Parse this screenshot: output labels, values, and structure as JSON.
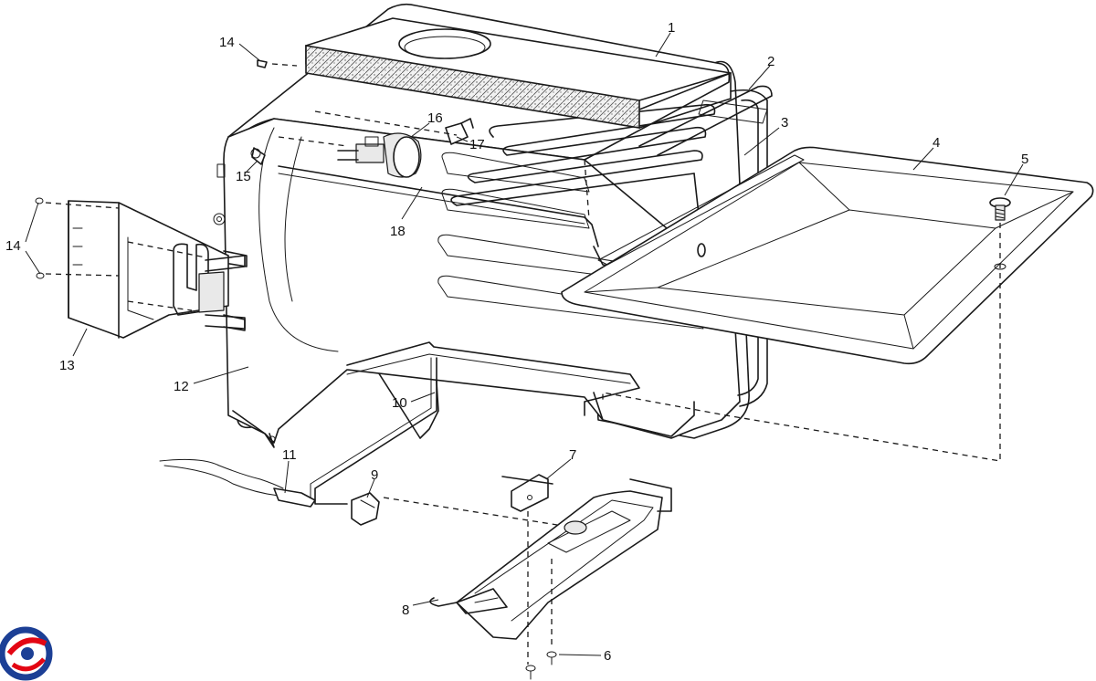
{
  "diagram": {
    "callouts": [
      {
        "id": "c1",
        "label": "1"
      },
      {
        "id": "c2",
        "label": "2"
      },
      {
        "id": "c3",
        "label": "3"
      },
      {
        "id": "c4",
        "label": "4"
      },
      {
        "id": "c5",
        "label": "5"
      },
      {
        "id": "c6",
        "label": "6"
      },
      {
        "id": "c7",
        "label": "7"
      },
      {
        "id": "c8",
        "label": "8"
      },
      {
        "id": "c9",
        "label": "9"
      },
      {
        "id": "c10",
        "label": "10"
      },
      {
        "id": "c11",
        "label": "11"
      },
      {
        "id": "c12",
        "label": "12"
      },
      {
        "id": "c13",
        "label": "13"
      },
      {
        "id": "c14a",
        "label": "14"
      },
      {
        "id": "c14b",
        "label": "14"
      },
      {
        "id": "c15",
        "label": "15"
      },
      {
        "id": "c16",
        "label": "16"
      },
      {
        "id": "c17",
        "label": "17"
      },
      {
        "id": "c18",
        "label": "18"
      }
    ],
    "logo": {
      "colors": [
        "#1c3f95",
        "#e30613"
      ]
    },
    "line_color": "#1a1a1a"
  }
}
